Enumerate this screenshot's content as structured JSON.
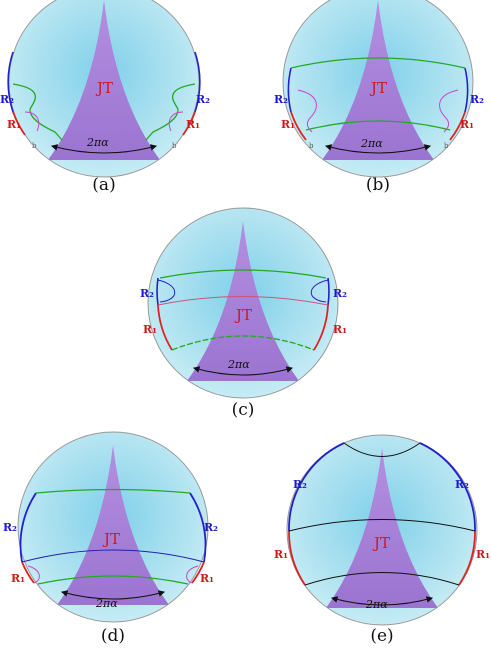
{
  "labels": {
    "r1": "R₁",
    "r2": "R₂",
    "jt": "JT",
    "angle": "2πα",
    "b": "b"
  },
  "captions": {
    "a": "(a)",
    "b": "(b)",
    "c": "(c)",
    "d": "(d)",
    "e": "(e)"
  },
  "colors": {
    "disk": "#9fdcec",
    "disk_edge": "#999999",
    "wedge": "#a37fd6",
    "r1": "#dd2222",
    "r2": "#2222cc",
    "green": "#22aa22",
    "pink": "#cc44cc",
    "black": "#111111"
  }
}
